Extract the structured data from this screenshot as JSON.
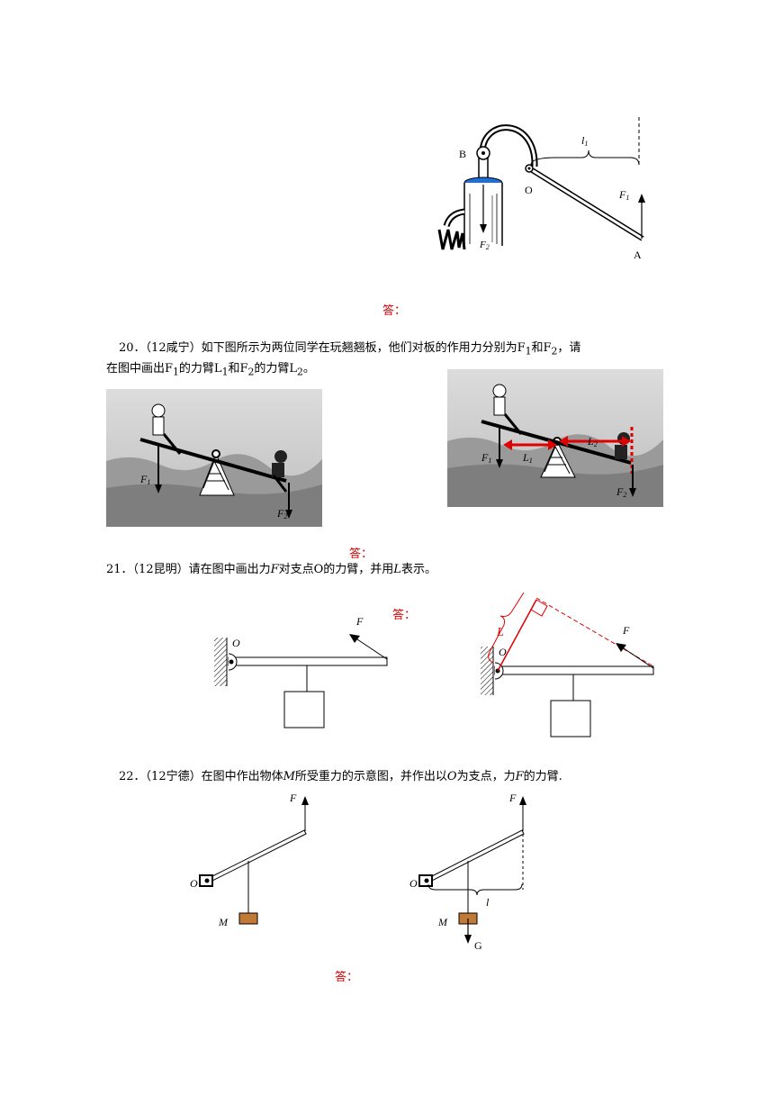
{
  "answer_label": "答：",
  "q19": {
    "labels": {
      "B": "B",
      "O": "O",
      "A": "A",
      "l1": "l",
      "l1_sub": "1",
      "F1": "F",
      "F1_sub": "1",
      "F2": "F",
      "F2_sub": "2"
    }
  },
  "q20": {
    "line1": "20．（12咸宁）如下图所示为两位同学在玩翘翘板，他们对板的作用力分别为F",
    "line1_sub": "1",
    "line1_mid": "和F",
    "line1_sub2": "2",
    "line1_end": "，请",
    "line2": "在图中画出F",
    "line2_sub": "1",
    "line2_mid": "的力臂L",
    "line2_sub2": "1",
    "line2_mid2": "和F",
    "line2_sub3": "2",
    "line2_mid3": "的力臂L",
    "line2_sub4": "2",
    "line2_end": "。",
    "labels": {
      "F": "F",
      "F1_sub": "1",
      "F2_sub": "2",
      "L": "L",
      "L1_sub": "1",
      "L2_sub": "2"
    }
  },
  "q21": {
    "text_a": "21．（12昆明）请在图中画出力",
    "text_f": "F",
    "text_b": "对支点O的力臂，并用",
    "text_l": "L",
    "text_c": "表示。",
    "labels": {
      "O": "O",
      "F": "F",
      "L": "L"
    }
  },
  "q22": {
    "text_a": "22．（12宁德）在图中作出物体",
    "text_m": "M",
    "text_b": "所受重力的示意图，并作出以",
    "text_o": "O",
    "text_c": "为支点，力",
    "text_f": "F",
    "text_d": "的力臂.",
    "labels": {
      "F": "F",
      "O": "O",
      "M": "M",
      "l": "l",
      "G": "G"
    }
  }
}
